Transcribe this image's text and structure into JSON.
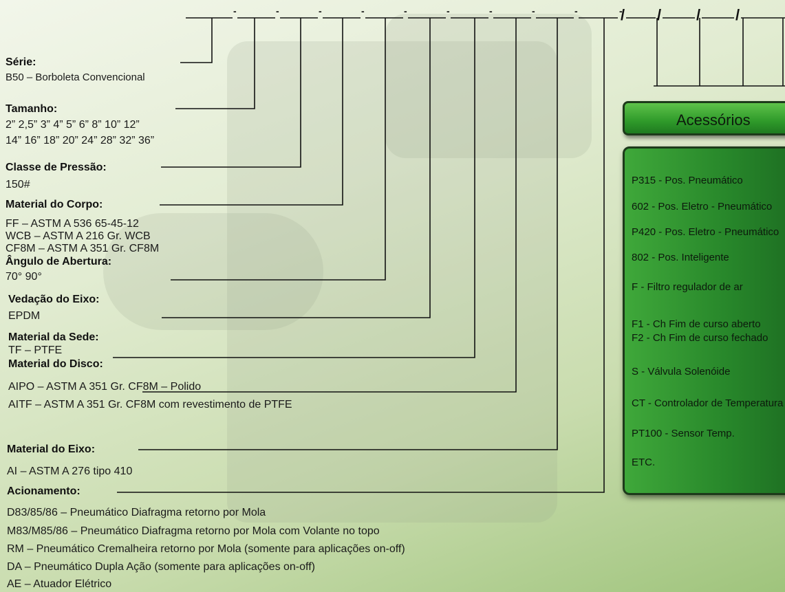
{
  "colors": {
    "accent_green": "#2f9a2a",
    "box_border": "#1d3a1a",
    "line": "#111111"
  },
  "code_marks": [
    "-",
    "-",
    "-",
    "-",
    "-",
    "-",
    "-",
    "-",
    "-",
    "-",
    "/",
    "/",
    "/",
    "/"
  ],
  "serie": {
    "heading": "Série:",
    "items": [
      "B50 – Borboleta Convencional"
    ]
  },
  "tamanho": {
    "heading": "Tamanho:",
    "items": [
      "2” 2,5” 3” 4” 5” 6” 8” 10” 12”",
      "14” 16” 18” 20” 24” 28” 32” 36”"
    ]
  },
  "pressao": {
    "heading": "Classe de Pressão:",
    "items": [
      "150#"
    ]
  },
  "corpo": {
    "heading": "Material do Corpo:",
    "items": [
      "FF – ASTM A 536 65-45-12",
      "WCB – ASTM A 216 Gr. WCB",
      "CF8M – ASTM A 351 Gr. CF8M"
    ]
  },
  "angulo": {
    "heading": "Ângulo de Abertura:",
    "items": [
      "70°   90°"
    ]
  },
  "vedacao": {
    "heading": "Vedação do Eixo:",
    "items": [
      "EPDM"
    ]
  },
  "sede": {
    "heading": "Material da Sede:",
    "items": [
      "TF – PTFE"
    ]
  },
  "disco": {
    "heading": "Material do Disco:",
    "items": [
      "AIPO – ASTM A 351 Gr. CF8M – Polido",
      "AITF – ASTM A 351 Gr. CF8M com revestimento de PTFE"
    ]
  },
  "eixo": {
    "heading": "Material do Eixo:",
    "items": [
      "AI – ASTM A 276 tipo 410"
    ]
  },
  "acionamento": {
    "heading": "Acionamento:",
    "items": [
      "D83/85/86 – Pneumático Diafragma retorno por Mola",
      "M83/M85/86 – Pneumático Diafragma retorno por Mola com Volante no topo",
      "RM – Pneumático Cremalheira retorno por Mola (somente para aplicações on-off)",
      "DA – Pneumático Dupla Ação (somente para aplicações on-off)",
      "AE – Atuador Elétrico"
    ]
  },
  "acessorios": {
    "title": "Acessórios",
    "items": [
      "P315 - Pos. Pneumático",
      "602 - Pos. Eletro - Pneumático",
      "P420 - Pos. Eletro - Pneumático",
      "802 - Pos. Inteligente",
      "F - Filtro regulador de ar",
      "F1 - Ch Fim de curso aberto",
      "F2 - Ch Fim de curso fechado",
      "S - Válvula Solenóide",
      "CT - Controlador de Temperatura",
      "PT100 - Sensor Temp.",
      "ETC."
    ]
  }
}
